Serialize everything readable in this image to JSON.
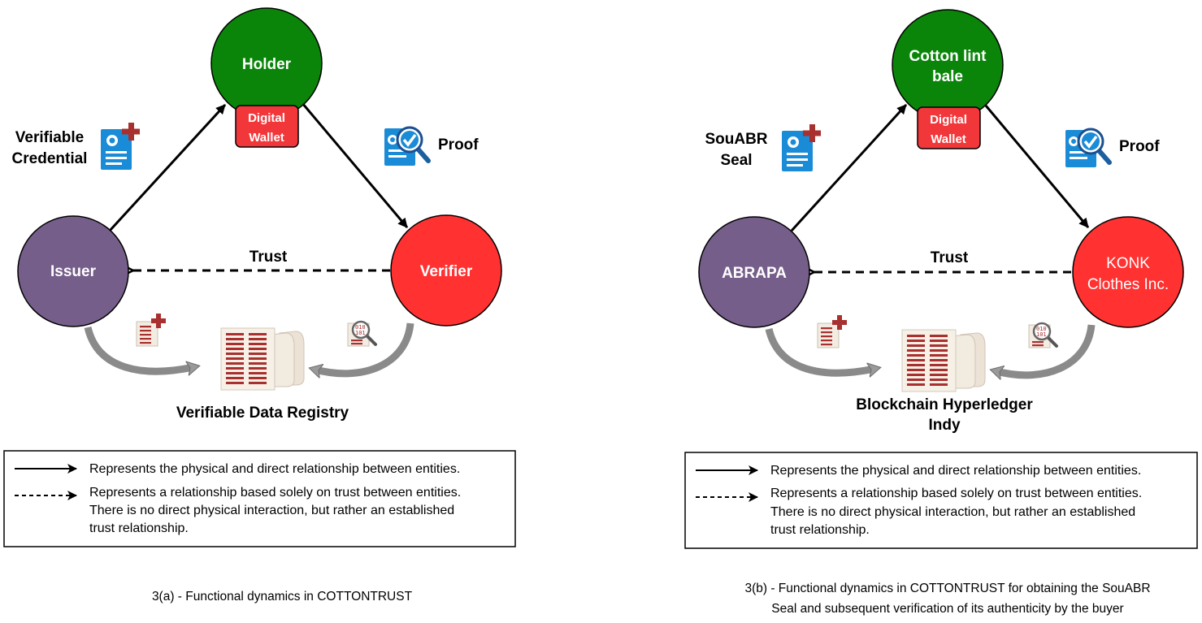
{
  "panel_a": {
    "holder": "Holder",
    "wallet_line1": "Digital",
    "wallet_line2": "Wallet",
    "issuer": "Issuer",
    "verifier": "Verifier",
    "credential_line1": "Verifiable",
    "credential_line2": "Credential",
    "proof": "Proof",
    "trust": "Trust",
    "registry": "Verifiable Data Registry",
    "legend_solid": "Represents the physical and direct relationship between entities.",
    "legend_dashed_line1": "Represents a relationship based solely on trust between entities.",
    "legend_dashed_line2": "There is no direct physical interaction, but rather an established",
    "legend_dashed_line3": "trust relationship.",
    "caption": "3(a) - Functional dynamics in COTTONTRUST"
  },
  "panel_b": {
    "holder_line1": "Cotton lint",
    "holder_line2": "bale",
    "wallet_line1": "Digital",
    "wallet_line2": "Wallet",
    "issuer": "ABRAPA",
    "verifier_line1": "KONK",
    "verifier_line2": "Clothes Inc.",
    "credential_line1": "SouABR",
    "credential_line2": "Seal",
    "proof": "Proof",
    "trust": "Trust",
    "registry_line1": "Blockchain Hyperledger",
    "registry_line2": "Indy",
    "legend_solid": "Represents the physical and direct relationship between entities.",
    "legend_dashed_line1": "Represents a relationship based solely on trust between entities.",
    "legend_dashed_line2": "There is no direct physical interaction, but rather an established",
    "legend_dashed_line3": "trust relationship.",
    "caption_line1": "3(b) - Functional dynamics in COTTONTRUST for obtaining the SouABR",
    "caption_line2": "Seal and subsequent verification of its authenticity by the buyer"
  },
  "colors": {
    "holder_green": "#0a850a",
    "issuer_purple": "#765e8a",
    "verifier_red": "#ff3131",
    "wallet_red": "#f2373b",
    "doc_blue": "#1a8bd6",
    "ledger_red": "#a8302f",
    "curve_gray": "#8a8a8a"
  },
  "icons": [
    "certificate-add-icon",
    "certificate-check-icon",
    "ledger-document-icon",
    "ledger-scroll-icon",
    "ledger-search-icon"
  ]
}
